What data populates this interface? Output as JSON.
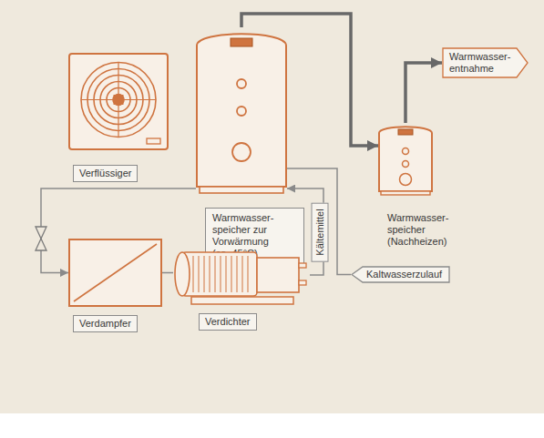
{
  "diagram": {
    "nodes": [
      {
        "text": [
          "Verflüssiger"
        ]
      },
      {
        "text": [
          "Warmwasser- speicher zur Vorwärmung (ca. 45°C)"
        ]
      },
      {
        "text": [
          "Warmwasser- speicher (Nachheizen)"
        ]
      },
      {
        "text": [
          "Warmwasser- entnahme"
        ]
      },
      {
        "text": [
          "Kaltwasserzulauf"
        ]
      },
      {
        "text": [
          "Verdampfer"
        ]
      },
      {
        "text": [
          "Verdichter"
        ]
      }
    ],
    "edges": [
      {
        "from": 6,
        "to": 1,
        "arrow": "to",
        "label": "Kältemittel"
      },
      {
        "from": 1,
        "to": 5,
        "arrow": "to"
      },
      {
        "from": 5,
        "to": 6,
        "arrow": "none"
      },
      {
        "from": 1,
        "to": 2,
        "arrow": "to"
      },
      {
        "from": 2,
        "to": 3,
        "arrow": "to"
      },
      {
        "from": 4,
        "to": 1,
        "arrow": "none"
      }
    ]
  }
}
